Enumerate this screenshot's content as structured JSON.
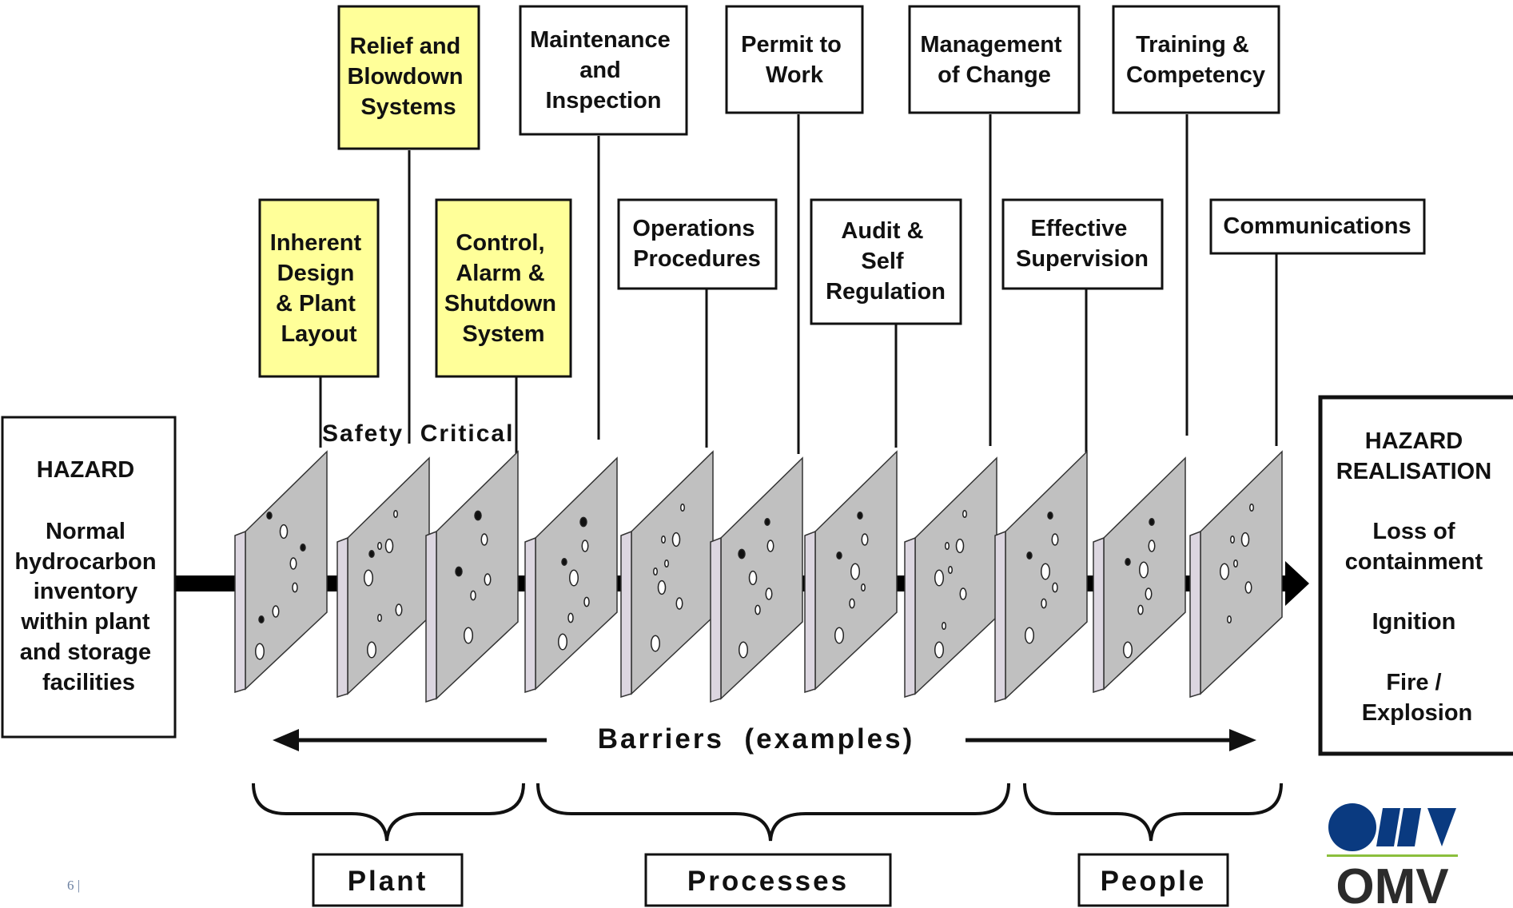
{
  "hazard": {
    "title": "HAZARD",
    "lines": [
      "Normal",
      "hydrocarbon",
      "inventory",
      "within plant",
      "and storage",
      "facilities"
    ]
  },
  "realisation": {
    "lines": [
      "HAZARD",
      "REALISATION",
      "",
      "Loss of",
      "containment",
      "",
      "Ignition",
      "",
      "Fire /",
      "Explosion"
    ]
  },
  "barriers_top": [
    {
      "lines": [
        "Relief and",
        "Blowdown",
        "Systems"
      ],
      "highlight": true
    },
    {
      "lines": [
        "Maintenance",
        "and",
        "Inspection"
      ],
      "highlight": false
    },
    {
      "lines": [
        "Permit to",
        "Work"
      ],
      "highlight": false
    },
    {
      "lines": [
        "Management",
        "of Change"
      ],
      "highlight": false
    },
    {
      "lines": [
        "Training &",
        "Competency"
      ],
      "highlight": false
    }
  ],
  "barriers_mid": [
    {
      "lines": [
        "Inherent",
        "Design",
        "& Plant",
        "Layout"
      ],
      "highlight": true
    },
    {
      "lines": [
        "Control,",
        "Alarm &",
        "Shutdown",
        "System"
      ],
      "highlight": true
    },
    {
      "lines": [
        "Operations",
        "Procedures"
      ],
      "highlight": false
    },
    {
      "lines": [
        "Audit &",
        "Self",
        "Regulation"
      ],
      "highlight": false
    },
    {
      "lines": [
        "Effective",
        "Supervision"
      ],
      "highlight": false
    },
    {
      "lines": [
        "Communications"
      ],
      "highlight": false
    }
  ],
  "safety_critical": "Safety  Critical",
  "barriers_caption": "Barriers  (examples)",
  "groups": [
    "Plant",
    "Processes",
    "People"
  ],
  "logo": {
    "text": "OMV",
    "color": "#0a3a80",
    "accent": "#8bbf3c"
  },
  "page_number": "6 |",
  "colors": {
    "highlight": "#ffff99",
    "plate": "#bfbfbf",
    "plate_edge": "#d9d4dc",
    "ink": "#000000"
  }
}
